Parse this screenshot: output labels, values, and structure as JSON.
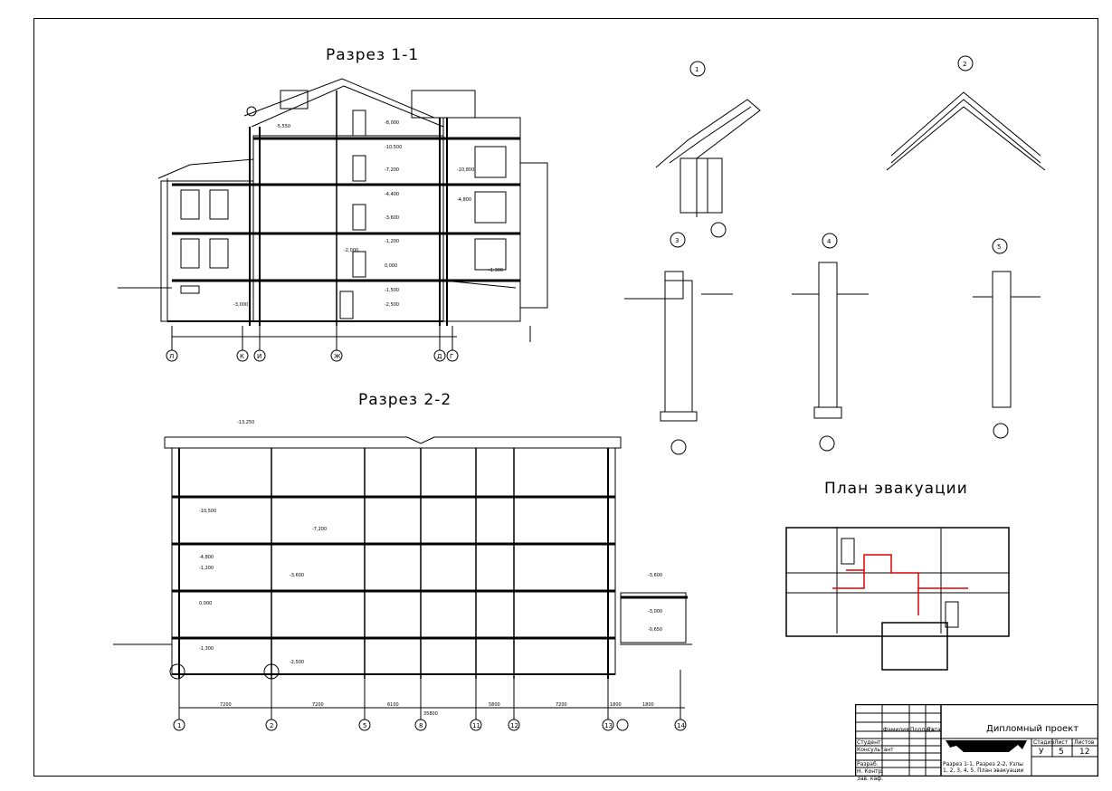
{
  "sheet": {
    "titles": {
      "section1": "Разрез 1-1",
      "section2": "Разрез 2-2",
      "evac": "План эвакуации"
    },
    "node_markers": [
      "1",
      "2",
      "3",
      "4",
      "5"
    ],
    "axes_s1": [
      "Л",
      "К",
      "И",
      "Ж",
      "Д",
      "Г"
    ],
    "axes_s2": [
      "1",
      "2",
      "5",
      "8",
      "11",
      "12",
      "13",
      "14"
    ],
    "levels_s1": [
      "-5,550",
      "-8,000",
      "-10,500",
      "-7,200",
      "-10,800",
      "-4,400",
      "-4,800",
      "-3,600",
      "-1,200",
      "-2,000",
      "0,000",
      "-1,300",
      "-1,500",
      "-2,500",
      "-3,000"
    ],
    "levels_s2": [
      "-13,250",
      "-10,500",
      "-7,200",
      "-4,800",
      "-3,600",
      "-1,200",
      "0,000",
      "-1,300",
      "-2,500",
      "-3,600",
      "-0,650",
      "-3,000"
    ],
    "dims_s2": [
      "7200",
      "7200",
      "6100",
      "5800",
      "7200",
      "1800",
      "1800",
      "35800"
    ],
    "stamp": {
      "project": "Дипломный проект",
      "headers": [
        "Фамилия",
        "Подпись",
        "Дата"
      ],
      "stage_labels": [
        "Стадия",
        "Лист",
        "Листов"
      ],
      "stage": "У",
      "sheet_no": "5",
      "sheets_total": "12",
      "roles": [
        "Студент",
        "Консультант",
        "",
        "Разраб.",
        "Н. Контр.",
        "Зав. каф."
      ],
      "sheet_title": "Разрез 1-1, Разрез 2-2, Узлы 1, 2, 3, 4, 5. План эвакуации"
    }
  }
}
